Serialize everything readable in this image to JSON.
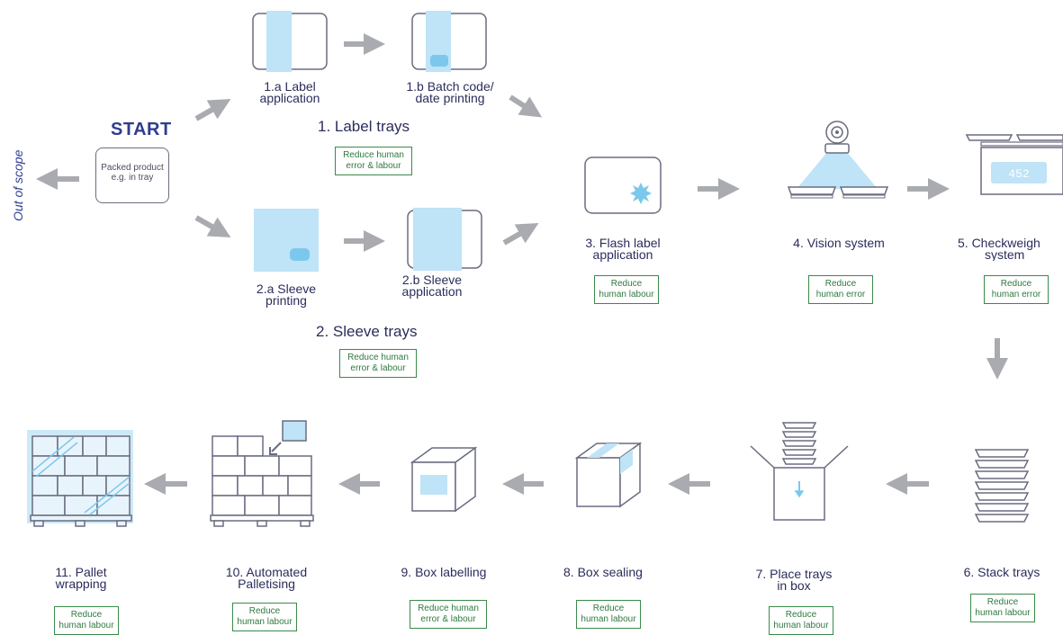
{
  "start": {
    "title": "START",
    "box_line1": "Packed product",
    "box_line2": "e.g. in tray"
  },
  "out_of_scope": "Out of scope",
  "groups": {
    "label_trays": {
      "title": "1. Label trays",
      "benefit_line1": "Reduce human",
      "benefit_line2": "error & labour"
    },
    "sleeve_trays": {
      "title": "2. Sleeve trays",
      "benefit_line1": "Reduce human",
      "benefit_line2": "error & labour"
    }
  },
  "steps": {
    "s1a": {
      "line1": "1.a Label",
      "line2": "application"
    },
    "s1b": {
      "line1": "1.b Batch code/",
      "line2": "date printing"
    },
    "s2a": {
      "line1": "2.a Sleeve",
      "line2": "printing"
    },
    "s2b": {
      "line1": "2.b Sleeve",
      "line2": "application"
    },
    "s3": {
      "line1": "3. Flash label",
      "line2": "application",
      "benefit_line1": "Reduce",
      "benefit_line2": "human labour"
    },
    "s4": {
      "line1": "4. Vision system",
      "benefit_line1": "Reduce",
      "benefit_line2": "human error"
    },
    "s5": {
      "line1": "5. Checkweigh",
      "line2": "system",
      "display": "452",
      "benefit_line1": "Reduce",
      "benefit_line2": "human error"
    },
    "s6": {
      "line1": "6. Stack trays",
      "benefit_line1": "Reduce",
      "benefit_line2": "human labour"
    },
    "s7": {
      "line1": "7. Place trays",
      "line2": "in box",
      "benefit_line1": "Reduce",
      "benefit_line2": "human labour"
    },
    "s8": {
      "line1": "8. Box sealing",
      "benefit_line1": "Reduce",
      "benefit_line2": "human labour"
    },
    "s9": {
      "line1": "9. Box labelling",
      "benefit_line1": "Reduce human",
      "benefit_line2": "error & labour"
    },
    "s10": {
      "line1": "10. Automated",
      "line2": "Palletising",
      "benefit_line1": "Reduce",
      "benefit_line2": "human labour"
    },
    "s11": {
      "line1": "11. Pallet",
      "line2": "wrapping",
      "benefit_line1": "Reduce",
      "benefit_line2": "human labour"
    }
  },
  "colors": {
    "accent_blue": "#bfe3f7",
    "arrow_gray": "#a9abb0",
    "text_navy": "#2b2d5c",
    "benefit_green": "#2f7a3f"
  }
}
